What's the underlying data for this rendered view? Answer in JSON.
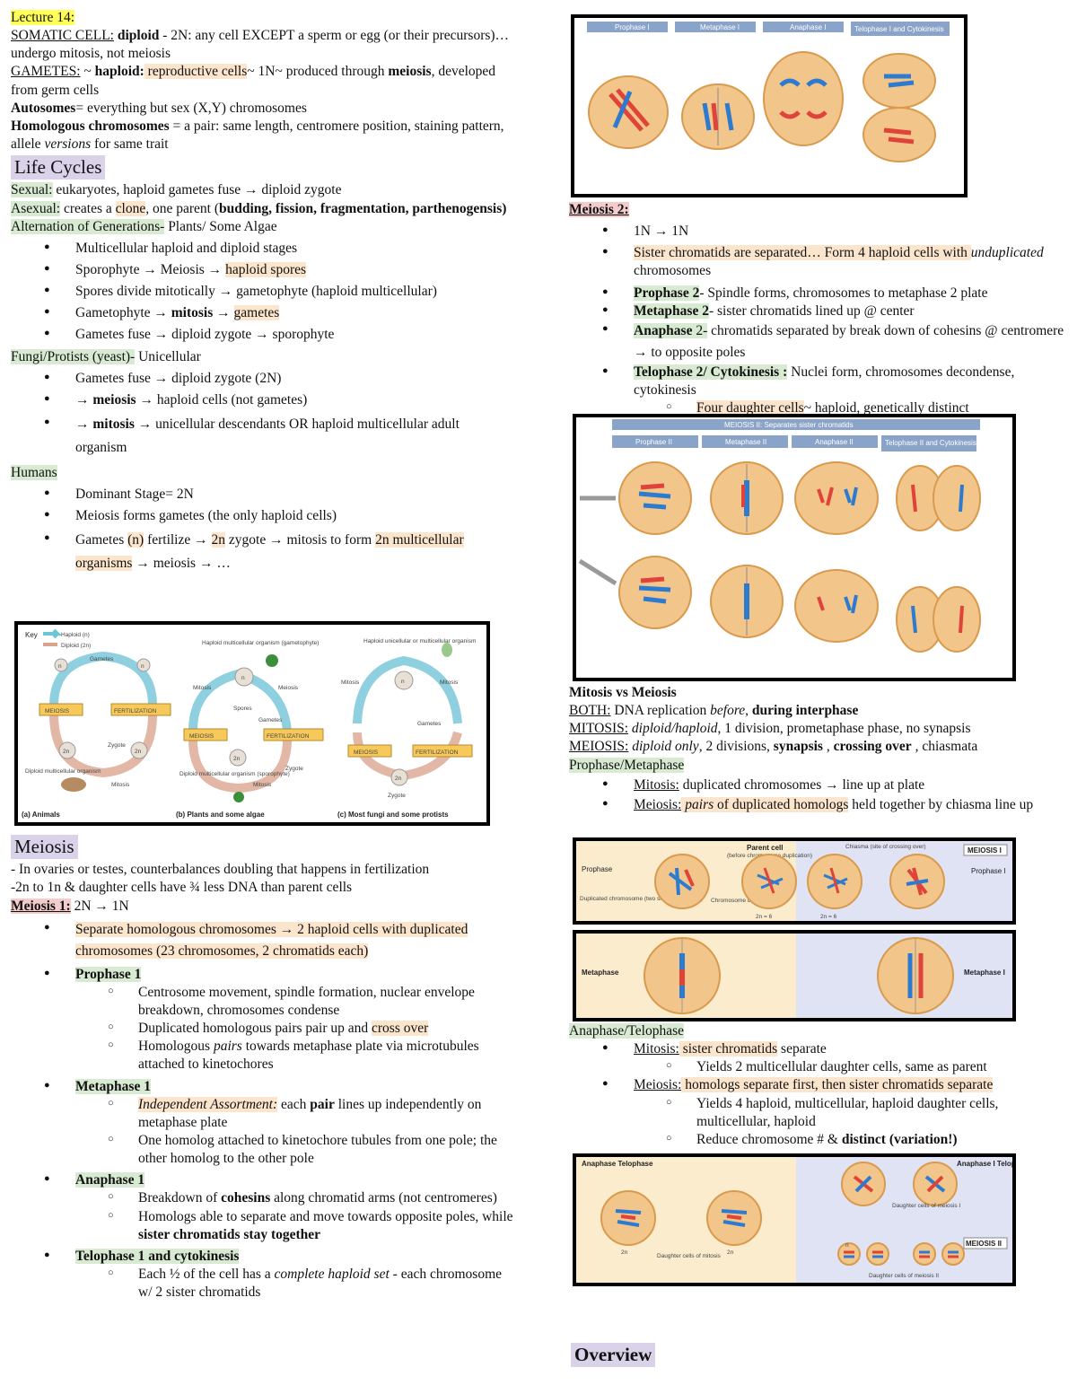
{
  "left": {
    "lecture": "Lecture 14:",
    "somatic": {
      "label": "SOMATIC CELL:",
      "bold": "diploid",
      "text": " - 2N: any cell EXCEPT a sperm or egg (or their precursors)… undergo mitosis, not meiosis"
    },
    "gametes": {
      "label": "GAMETES:",
      "pre": " ~ ",
      "bold": "haploid:",
      "hl": " reproductive cells",
      "text1": "~ 1N~ produced through ",
      "bold2": "meiosis",
      "text2": ", developed from germ cells"
    },
    "autosomes": {
      "bold": "Autosomes",
      "text": "= everything but sex (X,Y) chromosomes"
    },
    "homologous": {
      "bold": "Homologous chromosomes",
      "text1": " = a pair: same length, centromere position, staining pattern, allele ",
      "ital": "versions",
      "text2": " for same trait"
    },
    "life_cycles": "Life Cycles",
    "sexual": {
      "label": "Sexual:",
      "text": " eukaryotes, haploid gametes fuse → diploid zygote"
    },
    "asexual": {
      "label": "Asexual:",
      "t1": " creates a ",
      "hl": "clone",
      "t2": ", one parent (",
      "bold": "budding, fission, fragmentation, parthenogensis)"
    },
    "alternation": {
      "label": "Alternation of Generations-",
      "text": " Plants/ Some Algae"
    },
    "alternation_items": [
      {
        "t": "Multicellular haploid and diploid stages"
      },
      {
        "t": "Sporophyte → Meiosis → ",
        "hl": "haploid spores"
      },
      {
        "t": "Spores divide mitotically → gametophyte (haploid multicellular)"
      },
      {
        "t": "Gametophyte → ",
        "b": "mitosis",
        "t2": " → ",
        "hl": "gametes"
      },
      {
        "t": "Gametes fuse → diploid zygote → sporophyte"
      }
    ],
    "fungi": {
      "label": "Fungi/Protists (yeast)-",
      "text": " Unicellular"
    },
    "fungi_items": [
      {
        "t": "Gametes fuse → diploid zygote (2N)"
      },
      {
        "pre": "→ ",
        "b": "meiosis",
        "t": " → haploid cells (not gametes)"
      },
      {
        "pre": "→ ",
        "b": "mitosis",
        "t": " → unicellular descendants OR haploid multicellular adult organism"
      }
    ],
    "humans": "Humans",
    "humans_items": {
      "a": "Dominant Stage= 2N",
      "b": "Meiosis forms gametes (the only haploid cells)",
      "c1": "Gametes ",
      "c2": "(n)",
      "c3": " fertilize → ",
      "c4": "2n",
      "c5": " zygote → mitosis to form ",
      "c6": "2n multicellular organisms",
      "c7": " → meiosis → …"
    },
    "lifecycle_figure": {
      "key": "Key",
      "haploid": "Haploid (n)",
      "diploid": "Diploid (2n)",
      "a_gametes": "Gametes",
      "a_meiosis": "MEIOSIS",
      "a_fert": "FERTILIZATION",
      "a_zygote": "Zygote",
      "a_mitosis": "Mitosis",
      "a_org": "Diploid multicellular organism",
      "b_hap": "Haploid multicellular organism (gametophyte)",
      "b_mitosis": "Mitosis",
      "b_meiosis": "Meiosis",
      "b_spores": "Spores",
      "b_gametes": "Gametes",
      "b_meiosis2": "MEIOSIS",
      "b_fert": "FERTILIZATION",
      "b_zygote": "Zygote",
      "b_org": "Diploid multicellular organism (sporophyte)",
      "c_hap": "Haploid unicellular or multicellular organism",
      "c_mitosis": "Mitosis",
      "c_gametes": "Gametes",
      "c_meiosis": "MEIOSIS",
      "c_fert": "FERTILIZATION",
      "c_zygote": "Zygote",
      "cap_a": "(a) Animals",
      "cap_b": "(b) Plants and some algae",
      "cap_c": "(c) Most fungi and some protists",
      "n": "n",
      "n2": "2n"
    },
    "meiosis_heading": "Meiosis",
    "meiosis_intro1": "- In ovaries or testes, counterbalances doubling that happens in fertilization",
    "meiosis_intro2": "-2n to 1n & daughter cells have ¾ less DNA than parent cells",
    "meiosis1": {
      "label": "Meiosis 1:",
      "text": " 2N → 1N"
    },
    "m1_items": {
      "sep": "Separate homologous chromosomes →  2 haploid cells with duplicated chromosomes (23 chromosomes, 2 chromatids each)",
      "prophase": "Prophase 1",
      "prophase_subs": [
        {
          "t": "Centrosome movement, spindle formation, nuclear envelope breakdown, chromosomes condense"
        },
        {
          "t": "Duplicated homologous pairs pair up and ",
          "hl": "cross over"
        },
        {
          "t": "Homologous ",
          "i": "pairs",
          "t2": " towards metaphase plate via microtubules attached to kinetochores"
        }
      ],
      "metaphase": "Metaphase 1",
      "metaphase_subs": [
        {
          "hl": "Independent Assortment:",
          "t": " each ",
          "b": "pair",
          "t2": " lines up independently on metaphase plate"
        },
        {
          "t": "One homolog attached to kinetochore tubules from one pole; the other homolog to the other pole"
        }
      ],
      "anaphase": "Anaphase 1",
      "anaphase_subs": [
        {
          "t": "Breakdown of ",
          "b": "cohesins",
          "t2": " along chromatid arms (not centromeres)"
        },
        {
          "t": "Homologs able to separate and move towards opposite poles, while ",
          "b": "sister chromatids stay together"
        }
      ],
      "telophase": "Telophase 1 and cytokinesis",
      "telophase_subs": [
        {
          "t": "Each ½  of the cell has a ",
          "i": "complete haploid set",
          "t2": " - each chromosome w/ 2 sister chromatids"
        }
      ]
    }
  },
  "right": {
    "fig1": {
      "h1": "Prophase I",
      "h2": "Metaphase I",
      "h3": "Anaphase I",
      "h4": "Telophase I and Cytokinesis"
    },
    "meiosis2": {
      "label": "Meiosis 2:"
    },
    "m2_items": {
      "a": "1N → 1N",
      "b1": "Sister chromatids are separated… Form 4 haploid cells with ",
      "b2": "unduplicated",
      "b3": " chromosomes",
      "c1": "Prophase 2",
      "c2": "- Spindle forms, chromosomes to metaphase 2 plate",
      "d1": "Metaphase 2",
      "d2": "- sister chromatids lined up @ center",
      "e1": "Anaphase",
      "e2": " 2-",
      "e3": " chromatids separated by break down of cohesins @ centromere → to opposite poles",
      "f1": "Telophase 2/ Cytokinesis :",
      "f2": " Nuclei form, chromosomes decondense, cytokinesis",
      "g": "Four daughter cells",
      "g2": "~ haploid, genetically distinct"
    },
    "fig2": {
      "title": "MEIOSIS II: Separates sister chromatids",
      "h1": "Prophase II",
      "h2": "Metaphase II",
      "h3": "Anaphase II",
      "h4": "Telophase II and Cytokinesis"
    },
    "mvm": "Mitosis vs Meiosis",
    "both": {
      "label": "BOTH:",
      "t1": " DNA replication ",
      "i": "before,",
      "b": " during interphase"
    },
    "mitosis": {
      "label": "MITOSIS:",
      "i": " diploid/haploid",
      "t": ", 1 division, prometaphase phase,  no synapsis"
    },
    "meiosis": {
      "label": "MEIOSIS:",
      "i": " diploid only",
      "t": ", 2 divisions, ",
      "b1": "synapsis",
      "t2": " , ",
      "b2": "crossing over",
      "t3": " , chiasmata"
    },
    "pro_meta": "Prophase/Metaphase",
    "pm_items": {
      "a1": "Mitosis:",
      "a2": " duplicated chromosomes → line up at plate",
      "b1": "Meiosis:",
      "b2": "pairs",
      "b3": " of duplicated homologs",
      "b4": " held together by chiasma line up"
    },
    "fig3": {
      "parent": "Parent cell",
      "sub": "(before chromosome duplication)",
      "chiasma": "Chiasma (site of crossing over)",
      "meiosis1": "MEIOSIS I",
      "prophase": "Prophase",
      "prophase1": "Prophase I",
      "dup": "Duplicated chromosome (two sister chromatids)",
      "rep": "Chromosome duplication",
      "n6": "2n = 6"
    },
    "fig4": {
      "metaphase": "Metaphase",
      "metaphase1": "Metaphase I"
    },
    "ana_telo": "Anaphase/Telophase",
    "at_items": {
      "a1": "Mitosis:",
      "a2": " sister chromatids",
      "a3": " separate",
      "a_sub": "Yields 2 multicellular daughter cells, same as parent",
      "b1": "Meiosis:",
      "b2": " homologs separate first, then sister chromatids separate",
      "b_sub1": "Yields 4 haploid, multicellular, haploid daughter cells, multicellular, haploid",
      "b_sub2a": "Reduce chromosome # & ",
      "b_sub2b": "distinct (variation!)"
    },
    "fig5": {
      "at": "Anaphase Telophase",
      "at1": "Anaphase I Telophase I",
      "d_mit": "Daughter cells of mitosis",
      "d1": "Daughter cells of meiosis I",
      "meiosis2": "MEIOSIS II",
      "d2": "Daughter cells of meiosis II",
      "n2": "2n",
      "n": "n"
    },
    "overview": "Overview"
  }
}
